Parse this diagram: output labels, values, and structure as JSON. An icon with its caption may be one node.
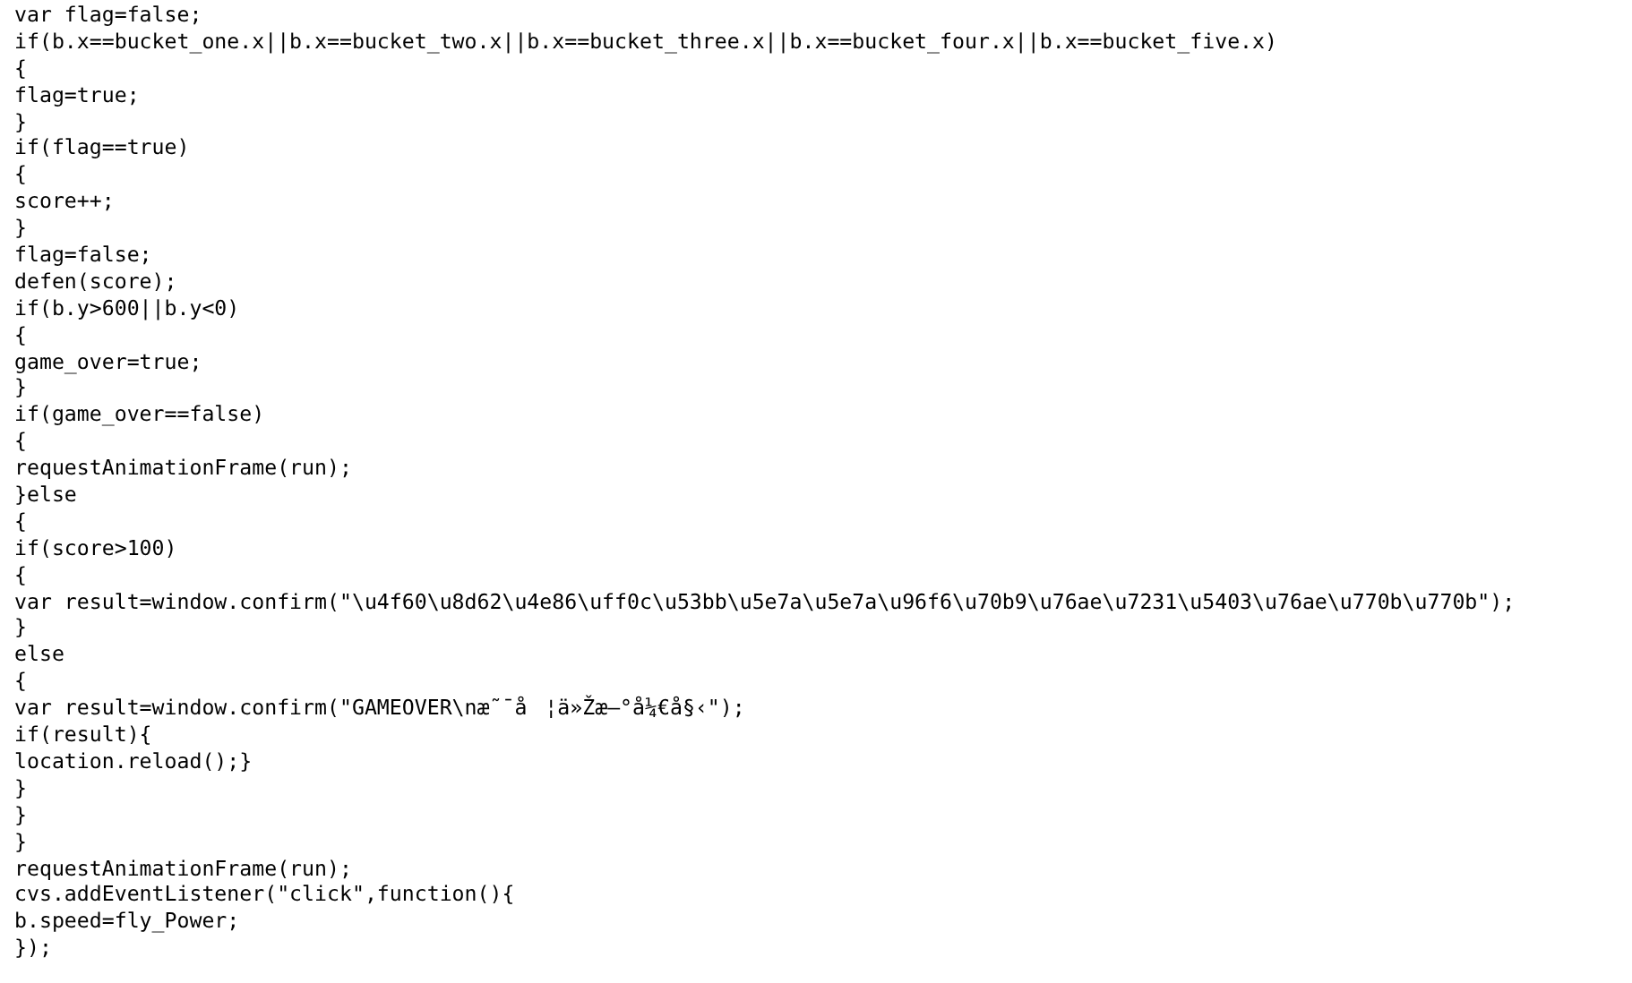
{
  "diagram": {
    "labels": [
      "var flag=false;",
      "if(b.x==bucket_one.x||b.x==bucket_two.x||b.x==bucket_three.x||b.x==bucket_four.x||b.x==bucket_five.x)",
      "{",
      "flag=true;",
      "}",
      "if(flag==true)",
      "{",
      "score++;",
      "}",
      "flag=false;",
      "defen(score);",
      "if(b.y>600||b.y<0)",
      "{",
      "game_over=true;",
      "}",
      "if(game_over==false)",
      "{",
      "requestAnimationFrame(run);",
      "}else",
      "{",
      "if(score>100)",
      "{",
      "var result=window.confirm(\"\\u4f60\\u8d62\\u4e86\\uff0c\\u53bb\\u5e7a\\u5e7a\\u96f6\\u70b9\\u76ae\\u7231\\u5403\\u76ae\\u770b\\u770b\");",
      "}",
      "else",
      "{",
      "var result=window.confirm(\"GAMEOVER\\næ˜¯å¦ä»Žæ–°å¼€å§‹\");",
      "if(result){",
      "location.reload();}",
      "}",
      "}",
      "}",
      "requestAnimationFrame(run);",
      "cvs.addEventListener(\"click\",function(){",
      "b.speed=fly_Power;",
      "});"
    ]
  }
}
